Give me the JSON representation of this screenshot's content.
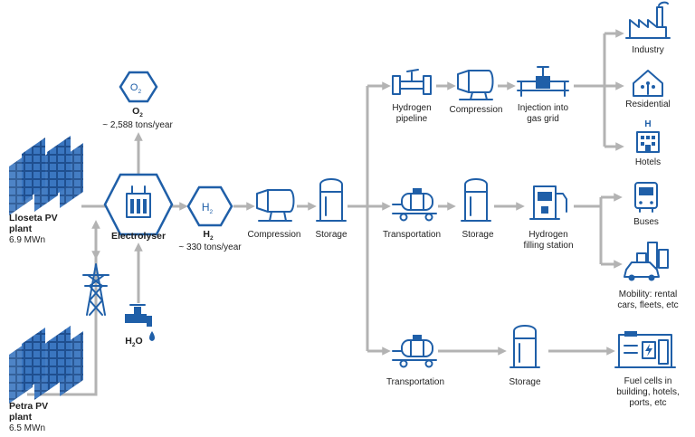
{
  "colors": {
    "icon": "#1f5fa8",
    "arrow": "#b3b3b3",
    "panel": "#1f4f8f"
  },
  "sources": {
    "lloseta": {
      "line1": "Lloseta PV",
      "line2": "plant",
      "capacity": "6.9 MWn"
    },
    "petra": {
      "line1": "Petra PV",
      "line2": "plant",
      "capacity": "6.5 MWn"
    }
  },
  "electrolyser": {
    "label": "Electrolyser"
  },
  "oxygen": {
    "symbol": "O",
    "sub": "2",
    "amount": "~ 2,588 tons/year",
    "hex_text": "O"
  },
  "water": {
    "symbol": "H",
    "sub": "2",
    "tail": "O"
  },
  "hydrogen": {
    "symbol": "H",
    "sub": "2",
    "amount": "~ 330 tons/year",
    "hex_text": "H"
  },
  "main_chain": {
    "compression": "Compression",
    "storage": "Storage"
  },
  "branch_top": {
    "pipeline_line1": "Hydrogen",
    "pipeline_line2": "pipeline",
    "compression": "Compression",
    "injection_line1": "Injection into",
    "injection_line2": "gas grid"
  },
  "branch_mid": {
    "transportation": "Transportation",
    "storage": "Storage",
    "station_line1": "Hydrogen",
    "station_line2": "filling station"
  },
  "branch_bot": {
    "transportation": "Transportation",
    "storage": "Storage"
  },
  "end_uses": {
    "industry": "Industry",
    "residential": "Residential",
    "hotels": "Hotels",
    "buses": "Buses",
    "mobility_line1": "Mobility: rental",
    "mobility_line2": "cars, fleets, etc",
    "fuel_line1": "Fuel cells in",
    "fuel_line2": "building, hotels,",
    "fuel_line3": "ports, etc"
  }
}
